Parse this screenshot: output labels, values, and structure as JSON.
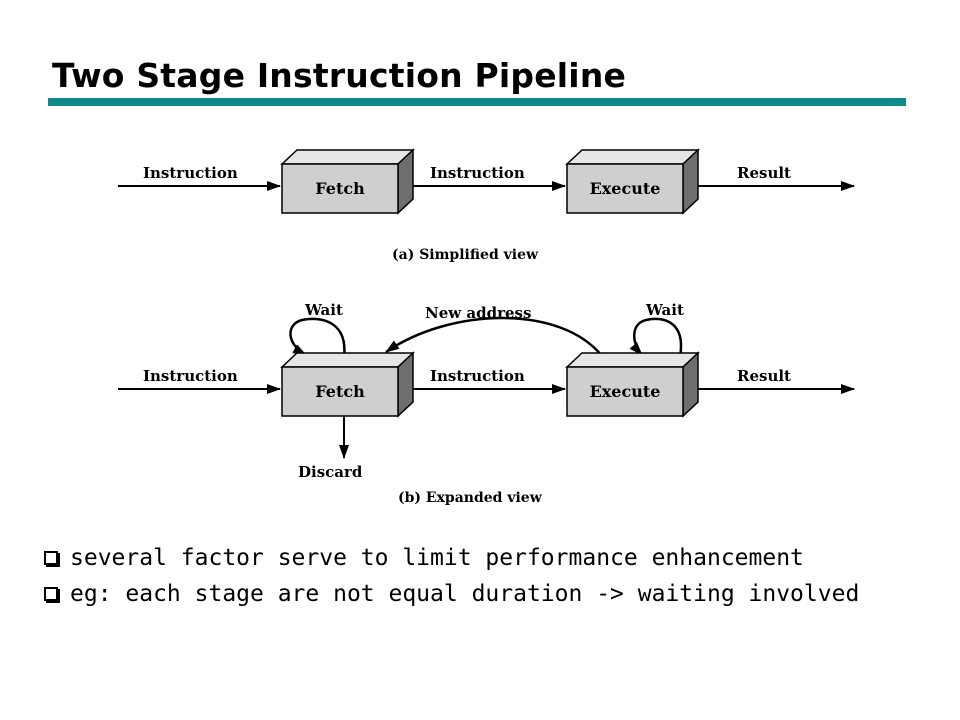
{
  "title": "Two Stage Instruction Pipeline",
  "colors": {
    "title_rule": "#138a8a",
    "box_front": "#cfcfcf",
    "box_top": "#e6e6e6",
    "box_side": "#6e6e6e"
  },
  "diagram": {
    "simplified": {
      "input_label": "Instruction",
      "fetch_label": "Fetch",
      "middle_label": "Instruction",
      "execute_label": "Execute",
      "output_label": "Result",
      "caption": "(a) Simplified view"
    },
    "expanded": {
      "wait_fetch_label": "Wait",
      "new_address_label": "New address",
      "wait_execute_label": "Wait",
      "input_label": "Instruction",
      "fetch_label": "Fetch",
      "middle_label": "Instruction",
      "execute_label": "Execute",
      "output_label": "Result",
      "discard_label": "Discard",
      "caption": "(b) Expanded view"
    }
  },
  "bullets": [
    {
      "icon": "square-bullet-icon",
      "text": "several factor serve to limit performance enhancement"
    },
    {
      "icon": "square-bullet-icon",
      "text": "eg: each stage are not equal duration -> waiting involved"
    }
  ]
}
